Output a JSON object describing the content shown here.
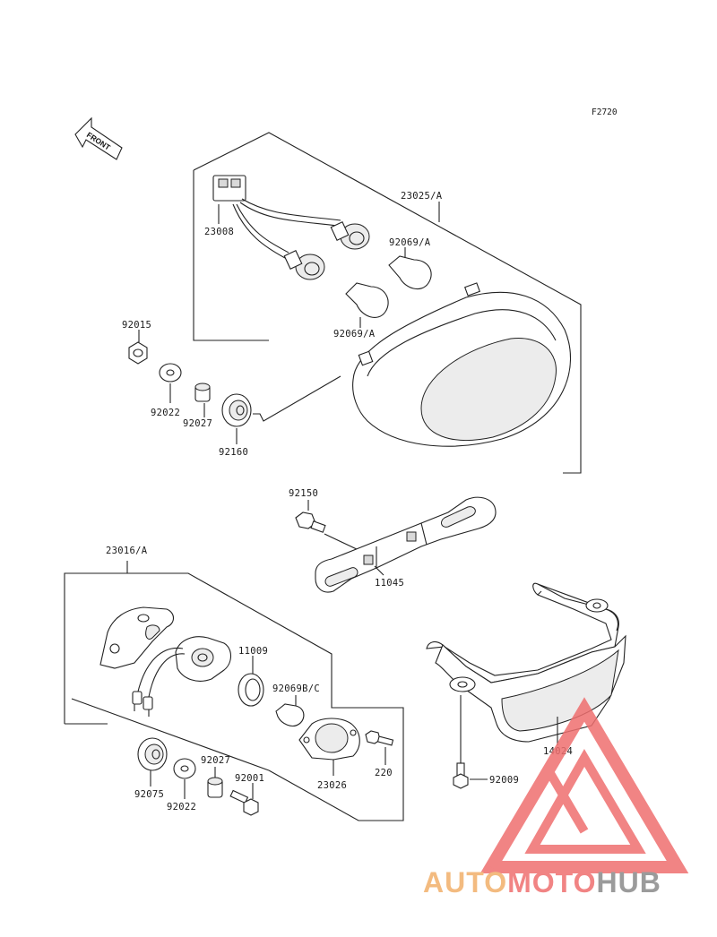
{
  "diagram_ref": "F2720",
  "front_label": "FRONT",
  "parts": {
    "p23025": "23025/A",
    "p23008": "23008",
    "p92069a_top": "92069/A",
    "p92069a_bot": "92069/A",
    "p92015": "92015",
    "p92022_top": "92022",
    "p92027_top": "92027",
    "p92160": "92160",
    "p92150": "92150",
    "p11045": "11045",
    "p23016": "23016/A",
    "p11009": "11009",
    "p92069bc": "92069B/C",
    "p92075": "92075",
    "p92022_bot": "92022",
    "p92027_bot": "92027",
    "p92001": "92001",
    "p23026": "23026",
    "p220": "220",
    "p14024": "14024",
    "p92009": "92009"
  },
  "watermark": {
    "part1": "AUTO",
    "part2": "MOTO",
    "part3": "HUB",
    "color_orange": "#f2b06a",
    "color_red": "#ef6f6f",
    "color_grey": "#8a8a8a"
  }
}
